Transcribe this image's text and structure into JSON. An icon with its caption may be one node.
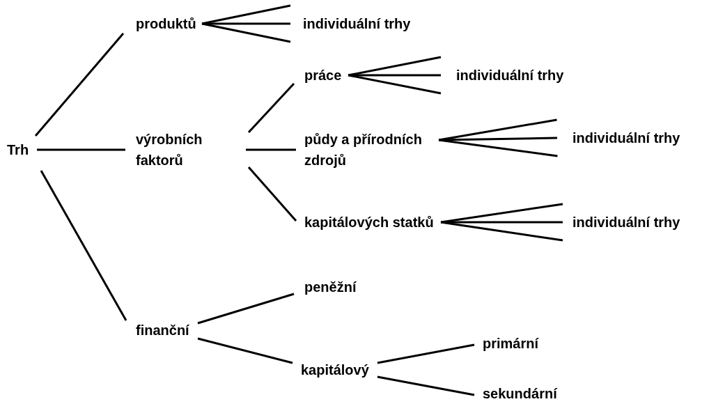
{
  "diagram": {
    "nodes": [
      {
        "text": [
          "Trh"
        ]
      },
      {
        "text": [
          "produktů"
        ]
      },
      {
        "text": [
          "individuální trhy"
        ]
      },
      {
        "text": [
          "výrobních faktorů"
        ]
      },
      {
        "text": [
          "práce"
        ]
      },
      {
        "text": [
          "individuální trhy"
        ]
      },
      {
        "text": [
          "půdy a přírodních zdrojů"
        ]
      },
      {
        "text": [
          "individuální trhy"
        ]
      },
      {
        "text": [
          "kapitálových statků"
        ]
      },
      {
        "text": [
          "individuální trhy"
        ]
      },
      {
        "text": [
          "finanční"
        ]
      },
      {
        "text": [
          "peněžní"
        ]
      },
      {
        "text": [
          "kapitálový"
        ]
      },
      {
        "text": [
          "primární"
        ]
      },
      {
        "text": [
          "sekundární"
        ]
      }
    ],
    "edges": [
      {
        "from": 0,
        "to": 1,
        "arrow": "none"
      },
      {
        "from": 1,
        "to": 2,
        "arrow": "other"
      },
      {
        "from": 0,
        "to": 3,
        "arrow": "none"
      },
      {
        "from": 3,
        "to": 4,
        "arrow": "none"
      },
      {
        "from": 4,
        "to": 5,
        "arrow": "other"
      },
      {
        "from": 3,
        "to": 6,
        "arrow": "none"
      },
      {
        "from": 6,
        "to": 7,
        "arrow": "other"
      },
      {
        "from": 3,
        "to": 8,
        "arrow": "none"
      },
      {
        "from": 8,
        "to": 9,
        "arrow": "other"
      },
      {
        "from": 0,
        "to": 10,
        "arrow": "none"
      },
      {
        "from": 10,
        "to": 11,
        "arrow": "none"
      },
      {
        "from": 10,
        "to": 12,
        "arrow": "none"
      },
      {
        "from": 12,
        "to": 13,
        "arrow": "none"
      },
      {
        "from": 12,
        "to": 14,
        "arrow": "none"
      }
    ]
  }
}
